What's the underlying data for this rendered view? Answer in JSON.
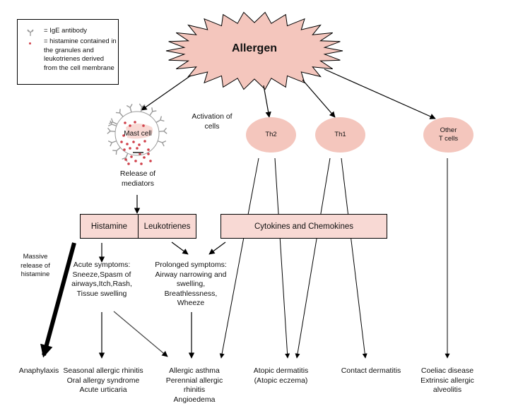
{
  "colors": {
    "node_fill": "#f4c6bd",
    "box_fill": "#f8d9d4",
    "granule": "#d0404a",
    "antibody": "#9a9a9a",
    "line": "#000000"
  },
  "legend": {
    "antibody_icon": "ige-antibody-icon",
    "antibody_label": "= IgE antibody",
    "granule_icon": "granule-dot-icon",
    "granule_label_lines": [
      "= histamine contained in",
      "the granules and",
      "leukotrienes derived",
      "from the cell membrane"
    ]
  },
  "allergen": {
    "label": "Allergen"
  },
  "mast_cell": {
    "label": "Mast cell",
    "caption_lines": [
      "Release of",
      "mediators"
    ]
  },
  "activation_label_lines": [
    "Activation of",
    "cells"
  ],
  "t_cells": {
    "th2": "Th2",
    "th1": "Th1",
    "other_lines": [
      "Other",
      "T cells"
    ]
  },
  "mediators": {
    "histamine": "Histamine",
    "leukotrienes": "Leukotrienes",
    "cytokines": "Cytokines and Chemokines"
  },
  "massive_release_lines": [
    "Massive",
    "release of",
    "histamine"
  ],
  "acute_symptoms_lines": [
    "Acute symptoms:",
    "Sneeze,Spasm of",
    "airways,Itch,Rash,",
    "Tissue swelling"
  ],
  "prolonged_symptoms_lines": [
    "Prolonged symptoms:",
    "Airway narrowing and",
    "swelling,",
    "Breathlessness,",
    "Wheeze"
  ],
  "outcomes": {
    "anaphylaxis": [
      "Anaphylaxis"
    ],
    "seasonal": [
      "Seasonal allergic rhinitis",
      "Oral allergy syndrome",
      "Acute urticaria"
    ],
    "asthma": [
      "Allergic asthma",
      "Perennial allergic",
      "rhinitis",
      "Angioedema"
    ],
    "atopic": [
      "Atopic dermatitis",
      "(Atopic eczema)"
    ],
    "contact": [
      "Contact dermatitis"
    ],
    "coeliac": [
      "Coeliac disease",
      "Extrinsic allergic",
      "alveolitis"
    ]
  }
}
